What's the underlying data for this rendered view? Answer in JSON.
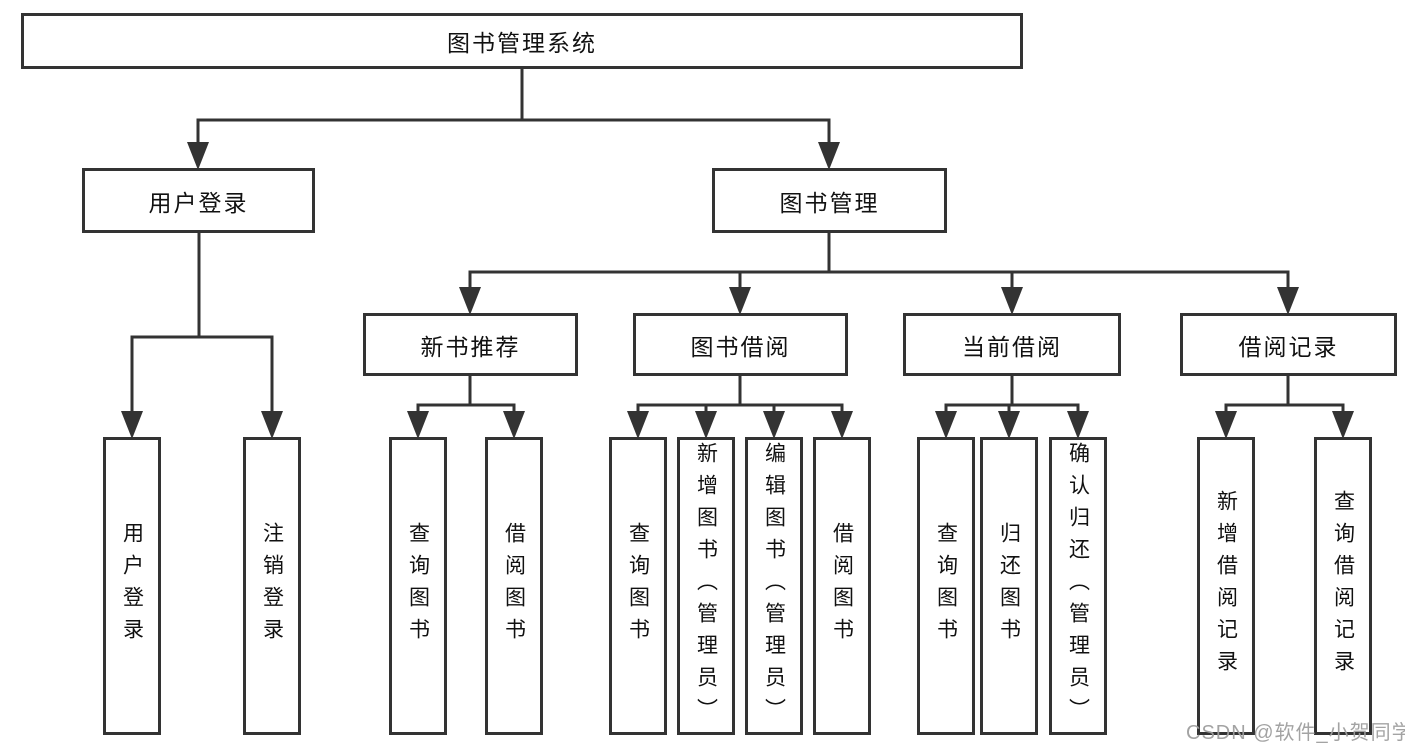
{
  "diagram": {
    "root": "图书管理系统",
    "branches": [
      {
        "label": "用户登录",
        "children": [
          "用户登录",
          "注销登录"
        ]
      },
      {
        "label": "图书管理",
        "groups": [
          {
            "label": "新书推荐",
            "children": [
              "查询图书",
              "借阅图书"
            ]
          },
          {
            "label": "图书借阅",
            "children": [
              "查询图书",
              "新增图书（管理员）",
              "编辑图书（管理员）",
              "借阅图书"
            ]
          },
          {
            "label": "当前借阅",
            "children": [
              "查询图书",
              "归还图书",
              "确认归还（管理员）"
            ]
          },
          {
            "label": "借阅记录",
            "children": [
              "新增借阅记录",
              "查询借阅记录"
            ]
          }
        ]
      }
    ]
  },
  "watermark": {
    "text": "CSDN @软件_小贺同学"
  },
  "colors": {
    "line": "#333333",
    "text": "#111111",
    "watermark": "#9e9e9e",
    "background": "#ffffff"
  }
}
